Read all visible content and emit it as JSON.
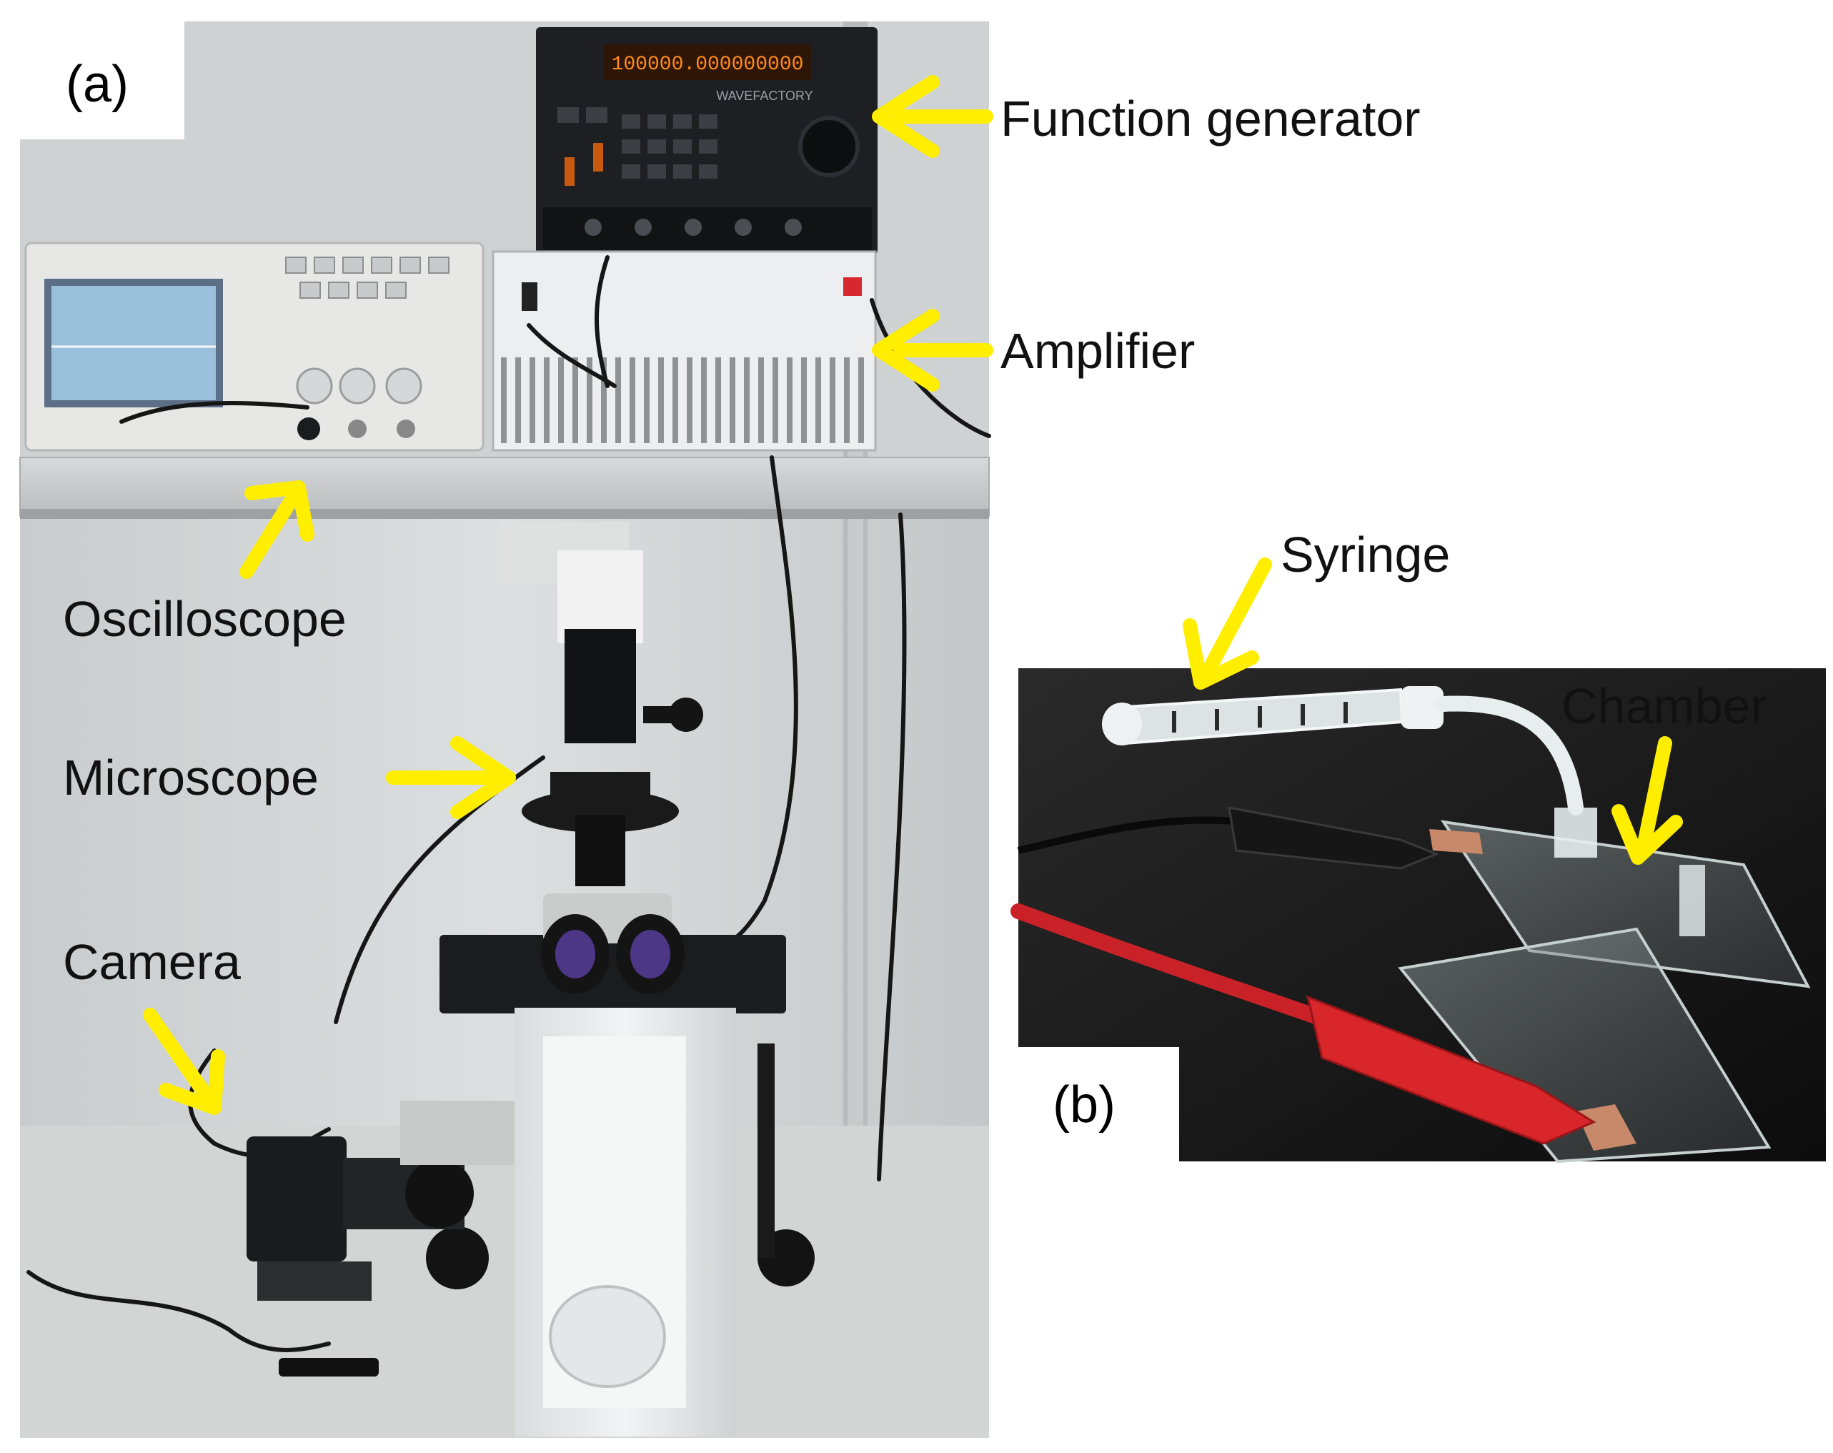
{
  "panels": {
    "a": {
      "tag": "(a)"
    },
    "b": {
      "tag": "(b)"
    }
  },
  "labels": {
    "function_generator": "Function generator",
    "amplifier": "Amplifier",
    "oscilloscope": "Oscilloscope",
    "microscope": "Microscope",
    "camera": "Camera",
    "syringe": "Syringe",
    "chamber": "Chamber"
  },
  "device_text": {
    "generator_brand": "WAVEFACTORY",
    "generator_display": "100000.000000000"
  },
  "colors": {
    "arrow": "#ffee00",
    "label_text": "#111111",
    "photo_b_background": "#141414",
    "clip_red": "#d8262b",
    "clip_black": "#161616"
  }
}
